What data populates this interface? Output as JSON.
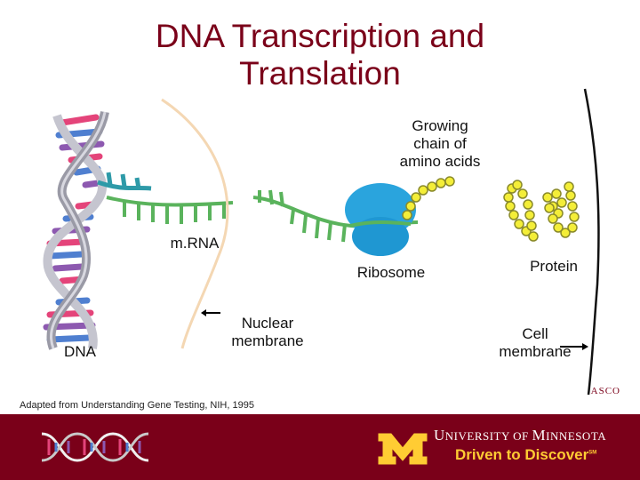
{
  "title": "DNA Transcription and Translation",
  "labels": {
    "growing_chain": [
      "Growing",
      "chain of",
      "amino acids"
    ],
    "mrna": "m.RNA",
    "ribosome": "Ribosome",
    "protein": "Protein",
    "nuclear_membrane": [
      "Nuclear",
      "membrane"
    ],
    "dna": "DNA",
    "cell_membrane": [
      "Cell",
      "membrane"
    ]
  },
  "credit": "Adapted from Understanding Gene Testing, NIH, 1995",
  "asco": "ASCO",
  "footer": {
    "university": "University of Minnesota",
    "u_initial": "U",
    "u_rest": "NIVERSITY OF ",
    "m_initial": "M",
    "m_rest": "INNESOTA",
    "tagline": "Driven to Discover",
    "tm": "SM"
  },
  "colors": {
    "maroon": "#7a0019",
    "gold": "#ffcc33",
    "mrna_green": "#5ab35c",
    "ribosome_blue": "#2aa4dd",
    "amino_yellow": "#f4ee38"
  }
}
